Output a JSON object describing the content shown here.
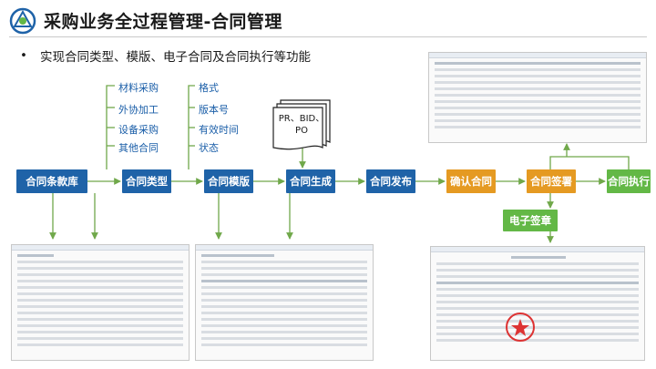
{
  "header": {
    "title": "采购业务全过程管理-合同管理",
    "bullet": "•",
    "subtitle": "实现合同类型、模版、电子合同及合同执行等功能"
  },
  "flow": {
    "library": "合同条款库",
    "type": "合同类型",
    "template": "合同模版",
    "generate": "合同生成",
    "publish": "合同发布",
    "confirm": "确认合同",
    "sign": "合同签署",
    "execute": "合同执行",
    "e_sign": "电子签章"
  },
  "type_options": [
    "材料采购",
    "外协加工",
    "设备采购",
    "其他合同"
  ],
  "template_options": [
    "格式",
    "版本号",
    "有效时间",
    "状态"
  ],
  "source_docs": {
    "line1": "PR、BID、",
    "line2": "PO"
  },
  "colors": {
    "blue": "#1f63a8",
    "orange": "#e59a22",
    "green": "#63b846",
    "label_blue": "#1a5ea8"
  }
}
